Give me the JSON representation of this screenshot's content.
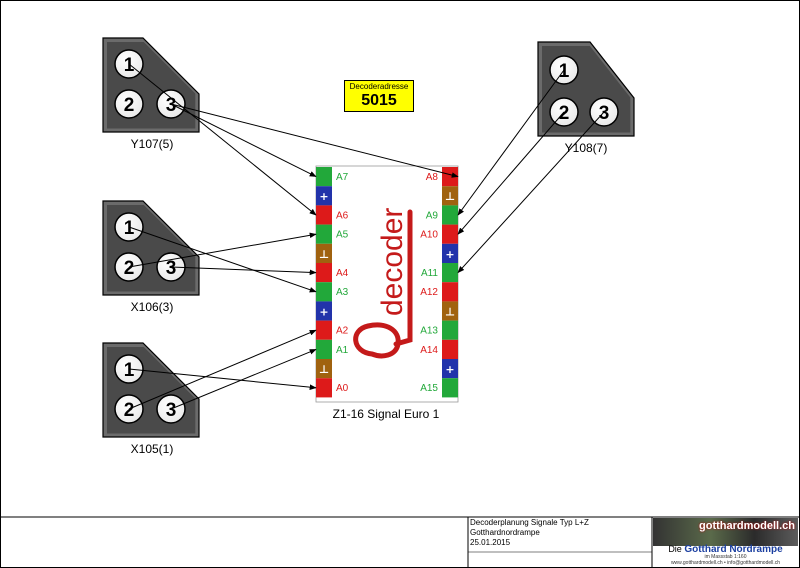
{
  "decoder_address": {
    "label": "Decoderadresse",
    "value": "5015"
  },
  "decoder": {
    "name": "Z1-16 Signal Euro 1",
    "logo_text": "decoder",
    "left_pins": [
      {
        "type": "out",
        "label": "A7"
      },
      {
        "type": "plus",
        "label": "+"
      },
      {
        "type": "out",
        "label": "A6"
      },
      {
        "type": "out",
        "label": "A5"
      },
      {
        "type": "gnd",
        "label": "⊥"
      },
      {
        "type": "out",
        "label": "A4"
      },
      {
        "type": "out",
        "label": "A3"
      },
      {
        "type": "plus",
        "label": "+"
      },
      {
        "type": "out",
        "label": "A2"
      },
      {
        "type": "out",
        "label": "A1"
      },
      {
        "type": "gnd",
        "label": "⊥"
      },
      {
        "type": "out",
        "label": "A0"
      }
    ],
    "right_pins": [
      {
        "type": "out",
        "label": "A8"
      },
      {
        "type": "gnd",
        "label": "⊥"
      },
      {
        "type": "out",
        "label": "A9"
      },
      {
        "type": "out",
        "label": "A10"
      },
      {
        "type": "plus",
        "label": "+"
      },
      {
        "type": "out",
        "label": "A11"
      },
      {
        "type": "out",
        "label": "A12"
      },
      {
        "type": "gnd",
        "label": "⊥"
      },
      {
        "type": "out",
        "label": "A13"
      },
      {
        "type": "out",
        "label": "A14"
      },
      {
        "type": "plus",
        "label": "+"
      },
      {
        "type": "out",
        "label": "A15"
      }
    ],
    "colors": {
      "out_green": "#22a83a",
      "out_red": "#dd1a1a",
      "plus": "#2233aa",
      "gnd": "#a0620f"
    }
  },
  "signals": [
    {
      "id": "Y107",
      "label": "Y107(5)",
      "lamps": [
        "1",
        "2",
        "3"
      ]
    },
    {
      "id": "X106",
      "label": "X106(3)",
      "lamps": [
        "1",
        "2",
        "3"
      ]
    },
    {
      "id": "X105",
      "label": "X105(1)",
      "lamps": [
        "1",
        "2",
        "3"
      ]
    },
    {
      "id": "Y108",
      "label": "Y108(7)",
      "lamps": [
        "1",
        "2",
        "3"
      ]
    }
  ],
  "footer": {
    "line1": "Decoderplanung Signale Typ L+Z",
    "line2": "Gotthardnordrampe",
    "line3": "25.01.2015",
    "logo": "gotthardmodell.ch",
    "brand_prefix": "Die",
    "brand": "Gotthard Nordrampe",
    "scale": "im Massstab 1:160",
    "web": "www.gotthardmodell.ch • info@gotthardmodell.ch"
  }
}
